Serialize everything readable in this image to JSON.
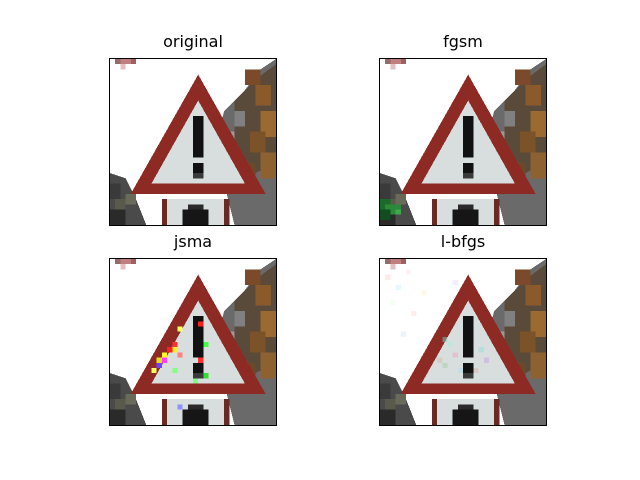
{
  "figure": {
    "panels": [
      {
        "title": "original",
        "perturbation": "none"
      },
      {
        "title": "fgsm",
        "perturbation": "fgsm"
      },
      {
        "title": "jsma",
        "perturbation": "jsma"
      },
      {
        "title": "l-bfgs",
        "perturbation": "lbfgs"
      }
    ],
    "colors": {
      "sign_red": "#8e2a24",
      "sign_face": "#d8dede",
      "exclamation": "#111111",
      "background_white": "#ffffff",
      "bush_brown": "#8a5a2a",
      "rock_gray": "#5e5e5e"
    }
  }
}
